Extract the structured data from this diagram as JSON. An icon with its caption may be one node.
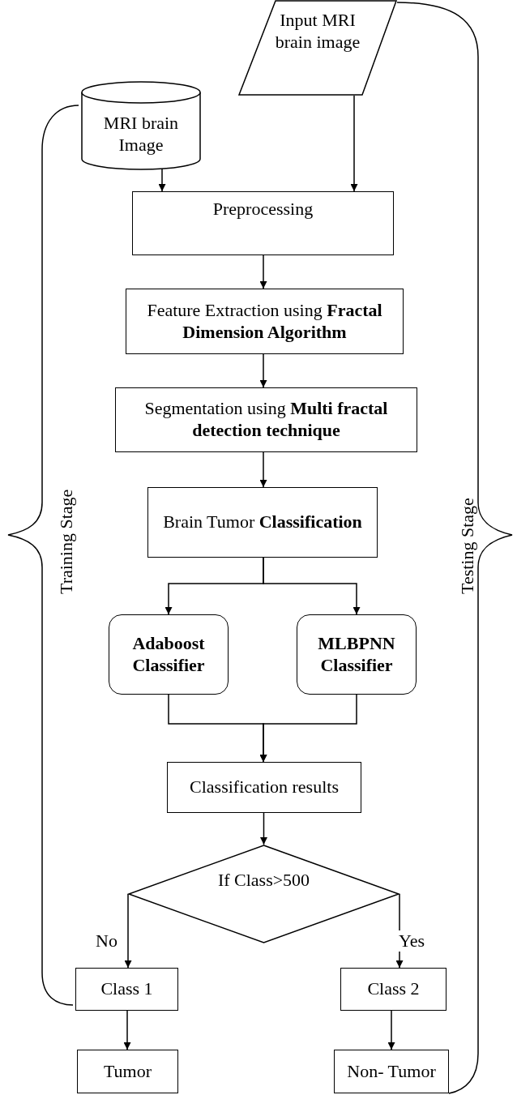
{
  "diagram": {
    "nodes": [
      {
        "text": [
          "MRI brain Image"
        ]
      },
      {
        "text": [
          "Input MRI brain image"
        ]
      },
      {
        "text": [
          "Preprocessing"
        ]
      },
      {
        "text": [
          "Feature Extraction using **Fractal Dimension Algorithm**"
        ]
      },
      {
        "text": [
          "Segmentation using **Multi fractal detection technique**"
        ]
      },
      {
        "text": [
          "Brain Tumor **Classification**"
        ]
      },
      {
        "text": [
          "Adaboost Classifier"
        ]
      },
      {
        "text": [
          "MLBPNN Classifier"
        ]
      },
      {
        "text": [
          "Classification results"
        ]
      },
      {
        "text": [
          "If Class>500"
        ]
      },
      {
        "text": [
          "Class 1"
        ]
      },
      {
        "text": [
          "Class 2"
        ]
      },
      {
        "text": [
          "Tumor"
        ]
      },
      {
        "text": [
          "Non- Tumor"
        ]
      }
    ],
    "edges": [
      {
        "from": 0,
        "to": 2,
        "arrow": "to"
      },
      {
        "from": 1,
        "to": 2,
        "arrow": "to"
      },
      {
        "from": 2,
        "to": 3,
        "arrow": "to"
      },
      {
        "from": 3,
        "to": 4,
        "arrow": "to"
      },
      {
        "from": 4,
        "to": 5,
        "arrow": "to"
      },
      {
        "from": 5,
        "to": 6,
        "arrow": "to"
      },
      {
        "from": 5,
        "to": 7,
        "arrow": "to"
      },
      {
        "from": 6,
        "to": 8,
        "arrow": "to"
      },
      {
        "from": 7,
        "to": 8,
        "arrow": "to"
      },
      {
        "from": 8,
        "to": 9,
        "arrow": "to"
      },
      {
        "from": 9,
        "to": 10,
        "arrow": "to",
        "label": "No"
      },
      {
        "from": 9,
        "to": 11,
        "arrow": "to",
        "label": "Yes"
      },
      {
        "from": 10,
        "to": 12,
        "arrow": "to"
      },
      {
        "from": 11,
        "to": 13,
        "arrow": "to"
      }
    ],
    "labels": [
      "Training Stage",
      "Testing Stage"
    ]
  }
}
